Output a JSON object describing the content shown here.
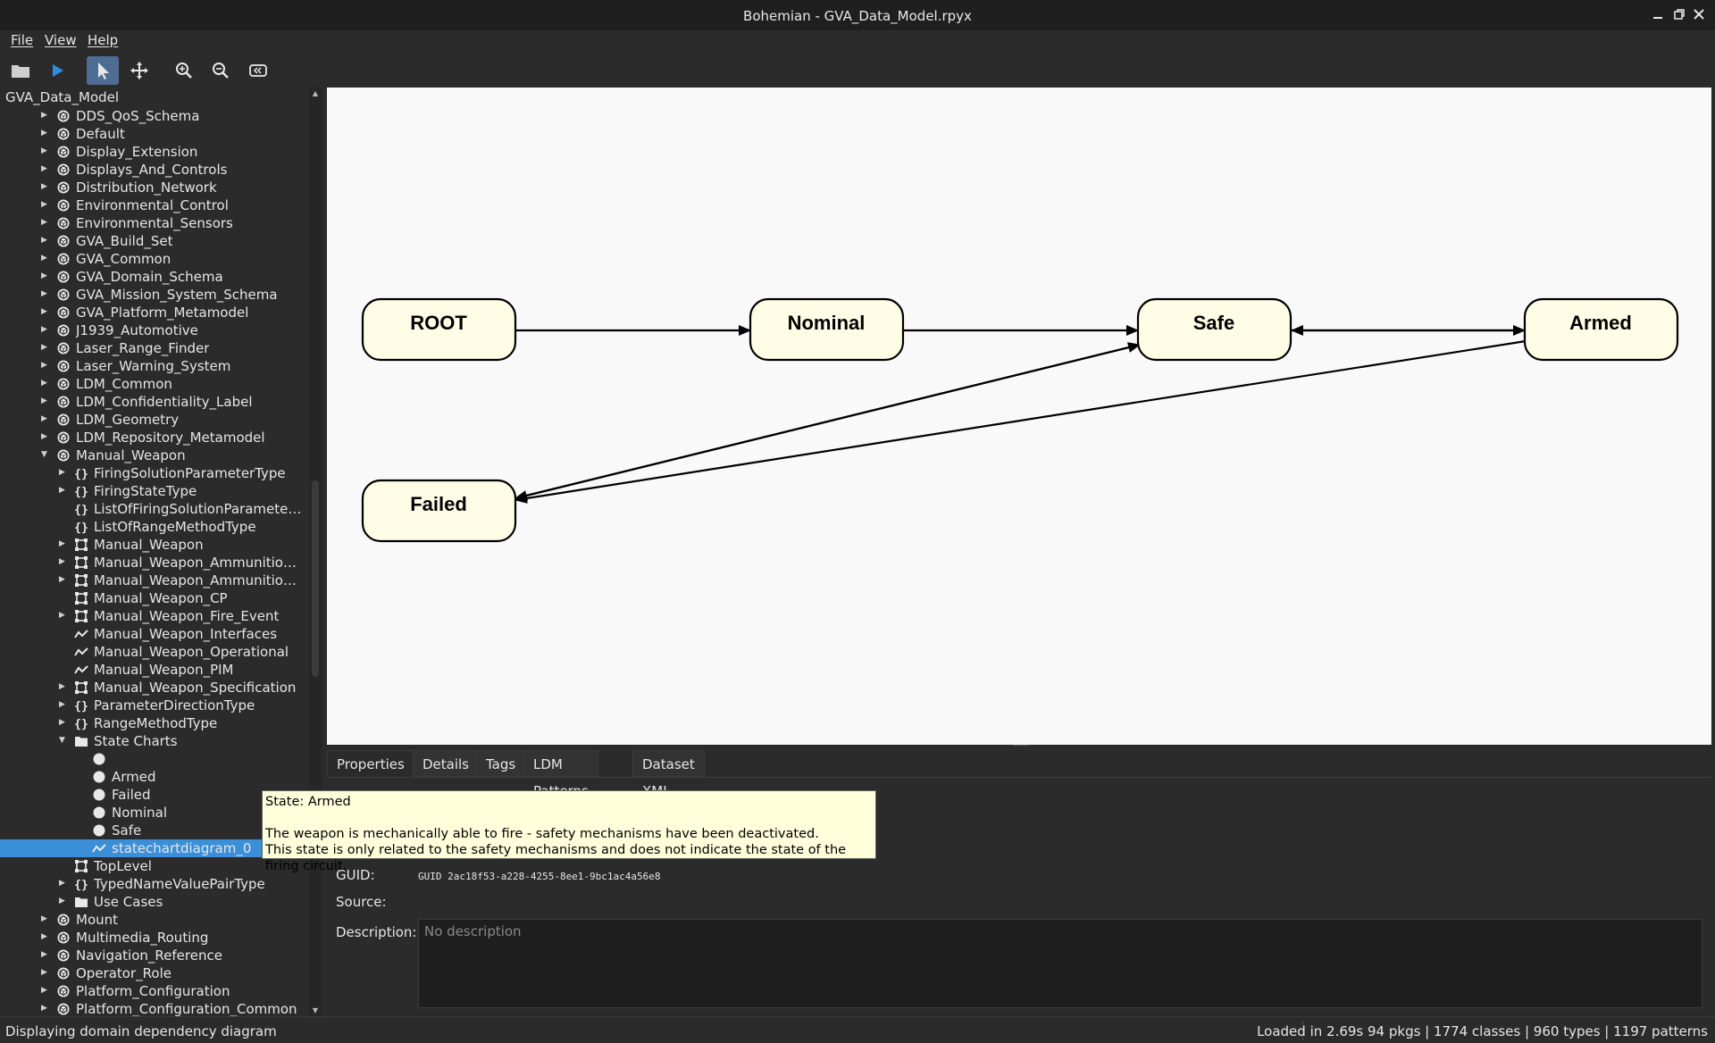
{
  "window": {
    "title": "Bohemian - GVA_Data_Model.rpyx",
    "controls": [
      "minimize-icon",
      "restore-icon",
      "close-icon"
    ]
  },
  "menu": {
    "items": [
      "File",
      "View",
      "Help"
    ]
  },
  "toolbar": {
    "buttons": [
      {
        "name": "open-folder-icon"
      },
      {
        "name": "run-icon"
      },
      {
        "name": "select-pointer-icon",
        "active": true
      },
      {
        "name": "pan-move-icon"
      },
      {
        "name": "zoom-in-icon"
      },
      {
        "name": "zoom-out-icon"
      },
      {
        "name": "fit-view-icon"
      }
    ]
  },
  "tree": {
    "root": "GVA_Data_Model",
    "rows": [
      {
        "label": "DDS_QoS_Schema",
        "level": 1,
        "icon": "package",
        "arrow": "collapsed"
      },
      {
        "label": "Default",
        "level": 1,
        "icon": "package",
        "arrow": "collapsed"
      },
      {
        "label": "Display_Extension",
        "level": 1,
        "icon": "package",
        "arrow": "collapsed"
      },
      {
        "label": "Displays_And_Controls",
        "level": 1,
        "icon": "package",
        "arrow": "collapsed"
      },
      {
        "label": "Distribution_Network",
        "level": 1,
        "icon": "package",
        "arrow": "collapsed"
      },
      {
        "label": "Environmental_Control",
        "level": 1,
        "icon": "package",
        "arrow": "collapsed"
      },
      {
        "label": "Environmental_Sensors",
        "level": 1,
        "icon": "package",
        "arrow": "collapsed"
      },
      {
        "label": "GVA_Build_Set",
        "level": 1,
        "icon": "package",
        "arrow": "collapsed"
      },
      {
        "label": "GVA_Common",
        "level": 1,
        "icon": "package",
        "arrow": "collapsed"
      },
      {
        "label": "GVA_Domain_Schema",
        "level": 1,
        "icon": "package",
        "arrow": "collapsed"
      },
      {
        "label": "GVA_Mission_System_Schema",
        "level": 1,
        "icon": "package",
        "arrow": "collapsed"
      },
      {
        "label": "GVA_Platform_Metamodel",
        "level": 1,
        "icon": "package",
        "arrow": "collapsed"
      },
      {
        "label": "J1939_Automotive",
        "level": 1,
        "icon": "package",
        "arrow": "collapsed"
      },
      {
        "label": "Laser_Range_Finder",
        "level": 1,
        "icon": "package",
        "arrow": "collapsed"
      },
      {
        "label": "Laser_Warning_System",
        "level": 1,
        "icon": "package",
        "arrow": "collapsed"
      },
      {
        "label": "LDM_Common",
        "level": 1,
        "icon": "package",
        "arrow": "collapsed"
      },
      {
        "label": "LDM_Confidentiality_Label",
        "level": 1,
        "icon": "package",
        "arrow": "collapsed"
      },
      {
        "label": "LDM_Geometry",
        "level": 1,
        "icon": "package",
        "arrow": "collapsed"
      },
      {
        "label": "LDM_Repository_Metamodel",
        "level": 1,
        "icon": "package",
        "arrow": "collapsed"
      },
      {
        "label": "Manual_Weapon",
        "level": 1,
        "icon": "package",
        "arrow": "expanded"
      },
      {
        "label": "FiringSolutionParameterType",
        "level": 2,
        "icon": "type",
        "arrow": "collapsed"
      },
      {
        "label": "FiringStateType",
        "level": 2,
        "icon": "type",
        "arrow": "collapsed"
      },
      {
        "label": "ListOfFiringSolutionParameterType",
        "level": 2,
        "icon": "type",
        "arrow": "none"
      },
      {
        "label": "ListOfRangeMethodType",
        "level": 2,
        "icon": "type",
        "arrow": "none"
      },
      {
        "label": "Manual_Weapon",
        "level": 2,
        "icon": "class",
        "arrow": "collapsed"
      },
      {
        "label": "Manual_Weapon_Ammunition_Nat…",
        "level": 2,
        "icon": "class",
        "arrow": "collapsed"
      },
      {
        "label": "Manual_Weapon_Ammunition_Nat…",
        "level": 2,
        "icon": "class",
        "arrow": "collapsed"
      },
      {
        "label": "Manual_Weapon_CP",
        "level": 2,
        "icon": "class",
        "arrow": "none"
      },
      {
        "label": "Manual_Weapon_Fire_Event",
        "level": 2,
        "icon": "class",
        "arrow": "collapsed"
      },
      {
        "label": "Manual_Weapon_Interfaces",
        "level": 2,
        "icon": "diagram",
        "arrow": "none"
      },
      {
        "label": "Manual_Weapon_Operational",
        "level": 2,
        "icon": "diagram",
        "arrow": "none"
      },
      {
        "label": "Manual_Weapon_PIM",
        "level": 2,
        "icon": "diagram",
        "arrow": "none"
      },
      {
        "label": "Manual_Weapon_Specification",
        "level": 2,
        "icon": "class",
        "arrow": "collapsed"
      },
      {
        "label": "ParameterDirectionType",
        "level": 2,
        "icon": "type",
        "arrow": "collapsed"
      },
      {
        "label": "RangeMethodType",
        "level": 2,
        "icon": "type",
        "arrow": "collapsed"
      },
      {
        "label": "State Charts",
        "level": 2,
        "icon": "folder",
        "arrow": "expanded"
      },
      {
        "label": "",
        "level": 3,
        "icon": "state",
        "arrow": "none"
      },
      {
        "label": "Armed",
        "level": 3,
        "icon": "state",
        "arrow": "none"
      },
      {
        "label": "Failed",
        "level": 3,
        "icon": "state",
        "arrow": "none"
      },
      {
        "label": "Nominal",
        "level": 3,
        "icon": "state",
        "arrow": "none"
      },
      {
        "label": "Safe",
        "level": 3,
        "icon": "state",
        "arrow": "none"
      },
      {
        "label": "statechartdiagram_0",
        "level": 3,
        "icon": "diagram",
        "arrow": "none",
        "selected": true
      },
      {
        "label": "TopLevel",
        "level": 2,
        "icon": "class",
        "arrow": "none"
      },
      {
        "label": "TypedNameValuePairType",
        "level": 2,
        "icon": "type",
        "arrow": "collapsed"
      },
      {
        "label": "Use Cases",
        "level": 2,
        "icon": "folder",
        "arrow": "collapsed"
      },
      {
        "label": "Mount",
        "level": 1,
        "icon": "package",
        "arrow": "collapsed"
      },
      {
        "label": "Multimedia_Routing",
        "level": 1,
        "icon": "package",
        "arrow": "collapsed"
      },
      {
        "label": "Navigation_Reference",
        "level": 1,
        "icon": "package",
        "arrow": "collapsed"
      },
      {
        "label": "Operator_Role",
        "level": 1,
        "icon": "package",
        "arrow": "collapsed"
      },
      {
        "label": "Platform_Configuration",
        "level": 1,
        "icon": "package",
        "arrow": "collapsed"
      },
      {
        "label": "Platform_Configuration_Common",
        "level": 1,
        "icon": "package",
        "arrow": "collapsed"
      }
    ]
  },
  "diagram": {
    "states": [
      {
        "id": "root",
        "label": "ROOT"
      },
      {
        "id": "nominal",
        "label": "Nominal"
      },
      {
        "id": "safe",
        "label": "Safe"
      },
      {
        "id": "armed",
        "label": "Armed"
      },
      {
        "id": "failed",
        "label": "Failed"
      }
    ],
    "transitions": [
      {
        "from": "ROOT",
        "to": "Nominal"
      },
      {
        "from": "Nominal",
        "to": "Safe"
      },
      {
        "from": "Safe",
        "to": "Armed"
      },
      {
        "from": "Armed",
        "to": "Safe"
      },
      {
        "from": "Failed",
        "to": "Safe"
      },
      {
        "from": "Safe",
        "to": "Failed"
      },
      {
        "from": "Armed",
        "to": "Failed"
      }
    ],
    "colors": {
      "state_fill": "#fffde6",
      "stroke": "#000000",
      "canvas": "#f9f9f9"
    }
  },
  "bottom": {
    "tabs": [
      "Properties",
      "Details",
      "Tags",
      "LDM Patterns",
      "Dataset XML"
    ],
    "active_tab": "Properties",
    "guid_label": "GUID:",
    "guid_value": "GUID 2ac18f53-a228-4255-8ee1-9bc1ac4a56e8",
    "source_label": "Source:",
    "description_label": "Description:",
    "description_placeholder": "No description"
  },
  "tooltip": {
    "title": "State: Armed",
    "line1": "The weapon is mechanically able to fire - safety mechanisms have been deactivated.",
    "line2": "This state is only related to the safety mechanisms and does not indicate the state of the firing circuit."
  },
  "status": {
    "message": "Displaying domain dependency diagram",
    "stats": "Loaded in 2.69s   94 pkgs | 1774 classes | 960 types | 1197 patterns"
  },
  "colors": {
    "accent": "#3a8fd8",
    "toolbar_active": "#4f6d93",
    "background": "#2b2b2b",
    "tooltip_bg": "#ffffdc"
  }
}
